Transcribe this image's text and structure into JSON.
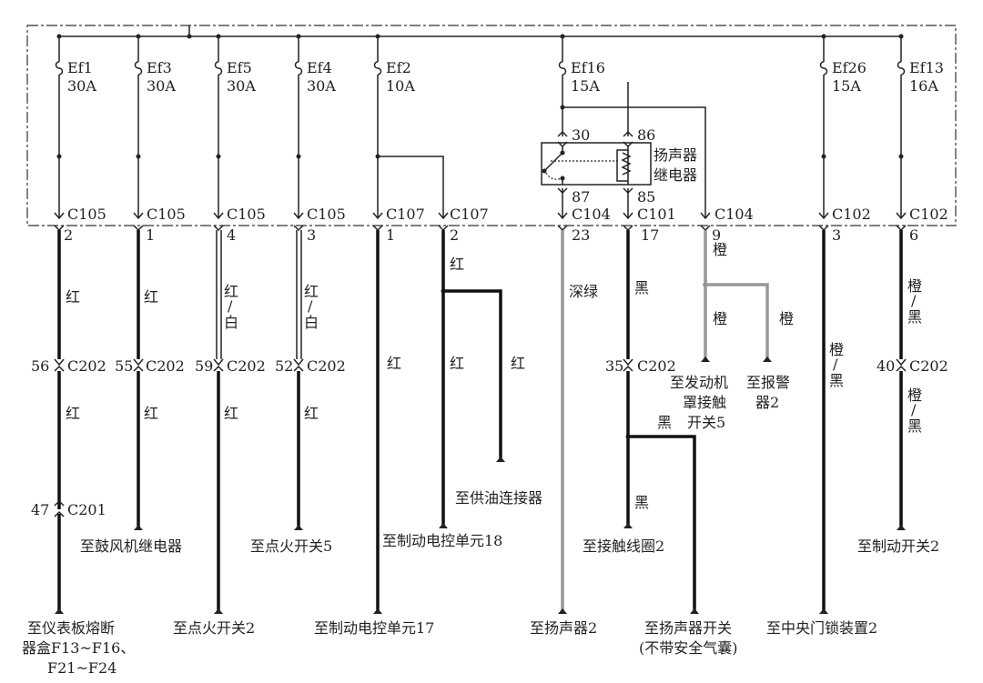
{
  "fuses": [
    {
      "name": "Ef1",
      "rating": "30A"
    },
    {
      "name": "Ef3",
      "rating": "30A"
    },
    {
      "name": "Ef5",
      "rating": "30A"
    },
    {
      "name": "Ef4",
      "rating": "30A"
    },
    {
      "name": "Ef2",
      "rating": "10A"
    },
    {
      "name": "Ef16",
      "rating": "15A"
    },
    {
      "name": "Ef26",
      "rating": "15A"
    },
    {
      "name": "Ef13",
      "rating": "16A"
    }
  ],
  "connectors": [
    {
      "id": "C105",
      "pin": "2"
    },
    {
      "id": "C105",
      "pin": "1"
    },
    {
      "id": "C105",
      "pin": "4"
    },
    {
      "id": "C105",
      "pin": "3"
    },
    {
      "id": "C107",
      "pin": "1"
    },
    {
      "id": "C107",
      "pin": "2"
    },
    {
      "id": "C104",
      "pin": "23"
    },
    {
      "id": "C101",
      "pin": "17"
    },
    {
      "id": "C104",
      "pin": "9"
    },
    {
      "id": "C102",
      "pin": "3"
    },
    {
      "id": "C102",
      "pin": "6"
    }
  ],
  "c202": [
    {
      "pin": "56",
      "id": "C202"
    },
    {
      "pin": "55",
      "id": "C202"
    },
    {
      "pin": "59",
      "id": "C202"
    },
    {
      "pin": "52",
      "id": "C202"
    },
    {
      "pin": "35",
      "id": "C202"
    },
    {
      "pin": "40",
      "id": "C202"
    }
  ],
  "c201": {
    "pin": "47",
    "id": "C201"
  },
  "relay": {
    "title1": "扬声器",
    "title2": "继电器",
    "p30": "30",
    "p86": "86",
    "p87": "87",
    "p85": "85"
  },
  "colors": {
    "red": "红",
    "white": "白",
    "orange": "橙",
    "black": "黑",
    "dark_green": "深绿",
    "slash": "/"
  },
  "dest": {
    "d1a": "至仪表板熔断",
    "d1b": "器盒F13~F16、",
    "d1c": "F21~F24",
    "d2": "至鼓风机继电器",
    "d3": "至点火开关2",
    "d4": "至点火开关5",
    "d5": "至制动电控单元17",
    "d6": "至制动电控单元18",
    "d7": "至供油连接器",
    "d8": "至扬声器2",
    "d9": "至接触线圈2",
    "d10a": "至扬声器开关",
    "d10b": "(不带安全气囊)",
    "d11a": "至发动机",
    "d11b": "罩接触",
    "d11c": "开关5",
    "d12a": "至报警",
    "d12b": "器2",
    "d13": "至中央门锁装置2",
    "d14": "至制动开关2"
  }
}
